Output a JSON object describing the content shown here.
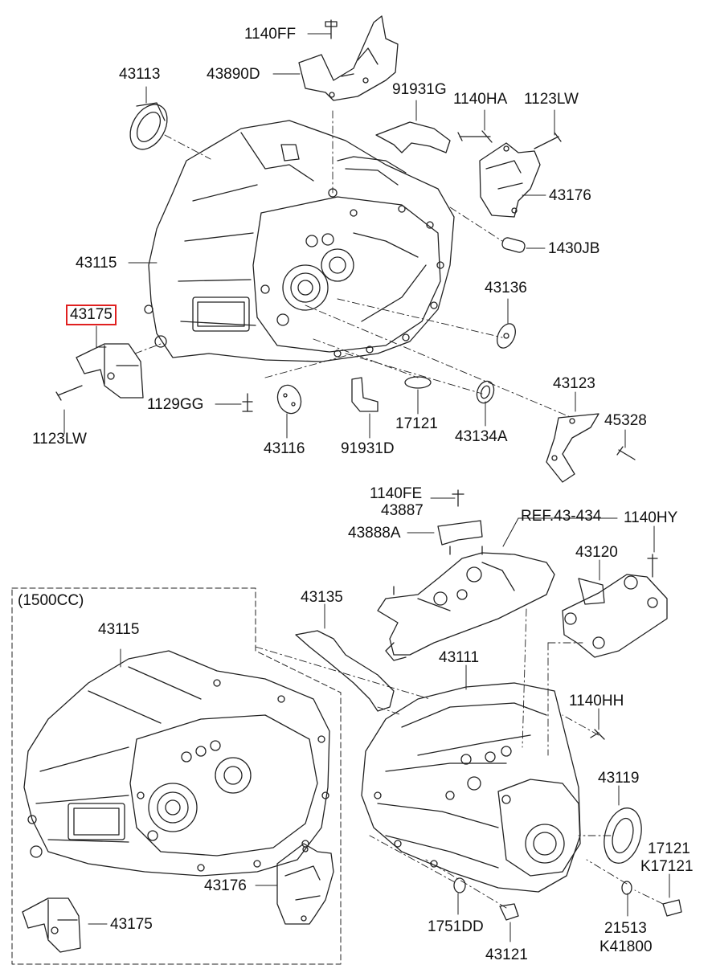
{
  "diagram": {
    "highlight_color": "#e02020",
    "line_color": "#222222",
    "region_label": "(1500CC)",
    "labels": {
      "p1140FF": "1140FF",
      "p43113": "43113",
      "p43890D": "43890D",
      "p91931G": "91931G",
      "p1140HA": "1140HA",
      "p1123LW_top": "1123LW",
      "p43176_top": "43176",
      "p1430JB": "1430JB",
      "p43115_top": "43115",
      "p43136": "43136",
      "p43175_top": "43175",
      "p1129GG": "1129GG",
      "p1123LW_left": "1123LW",
      "p43116": "43116",
      "p91931D": "91931D",
      "p17121_top": "17121",
      "p43134A": "43134A",
      "p43123": "43123",
      "p45328": "45328",
      "p1140FE": "1140FE",
      "p43887": "43887",
      "pREF": "REF.43-434",
      "p1140HY": "1140HY",
      "p43888A": "43888A",
      "p43120": "43120",
      "p43135": "43135",
      "p43115_low": "43115",
      "p43111": "43111",
      "p1140HH": "1140HH",
      "p43119": "43119",
      "p17121_low": "17121",
      "pK17121": "K17121",
      "p43176_low": "43176",
      "p43175_low": "43175",
      "p1751DD": "1751DD",
      "p43121": "43121",
      "p21513": "21513",
      "pK41800": "K41800"
    }
  }
}
